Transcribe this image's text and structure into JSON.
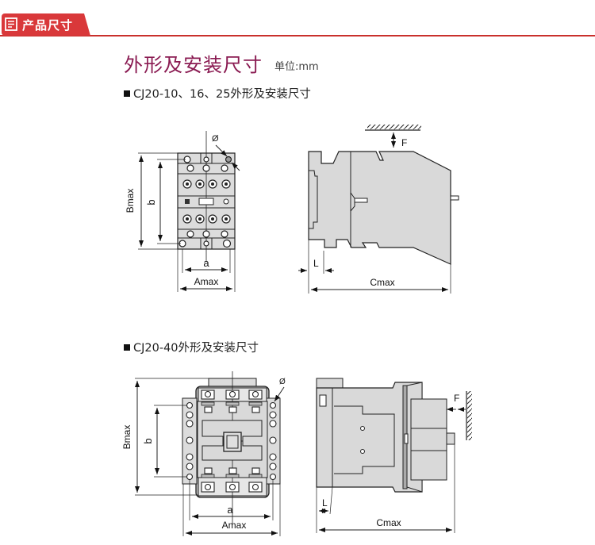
{
  "header": {
    "title": "产品尺寸",
    "icon": "document-icon",
    "accent_color": "#d9383a"
  },
  "main_title": "外形及安装尺寸",
  "unit_label": "单位:mm",
  "sections": [
    {
      "label": "CJ20-10、16、25外形及安装尺寸",
      "front_view": {
        "dim_bmax": "Bmax",
        "dim_b": "b",
        "dim_a": "a",
        "dim_amax": "Amax",
        "dim_hole": "Ø"
      },
      "side_view": {
        "dim_f": "F",
        "dim_l": "L",
        "dim_cmax": "Cmax"
      }
    },
    {
      "label": "CJ20-40外形及安装尺寸",
      "front_view": {
        "dim_bmax": "Bmax",
        "dim_b": "b",
        "dim_a": "a",
        "dim_amax": "Amax",
        "dim_hole": "Ø"
      },
      "side_view": {
        "dim_f": "F",
        "dim_l": "L",
        "dim_cmax": "Cmax"
      }
    }
  ],
  "colors": {
    "title": "#8a1b52",
    "body_fill": "#d9d9d9",
    "line": "#222222"
  }
}
